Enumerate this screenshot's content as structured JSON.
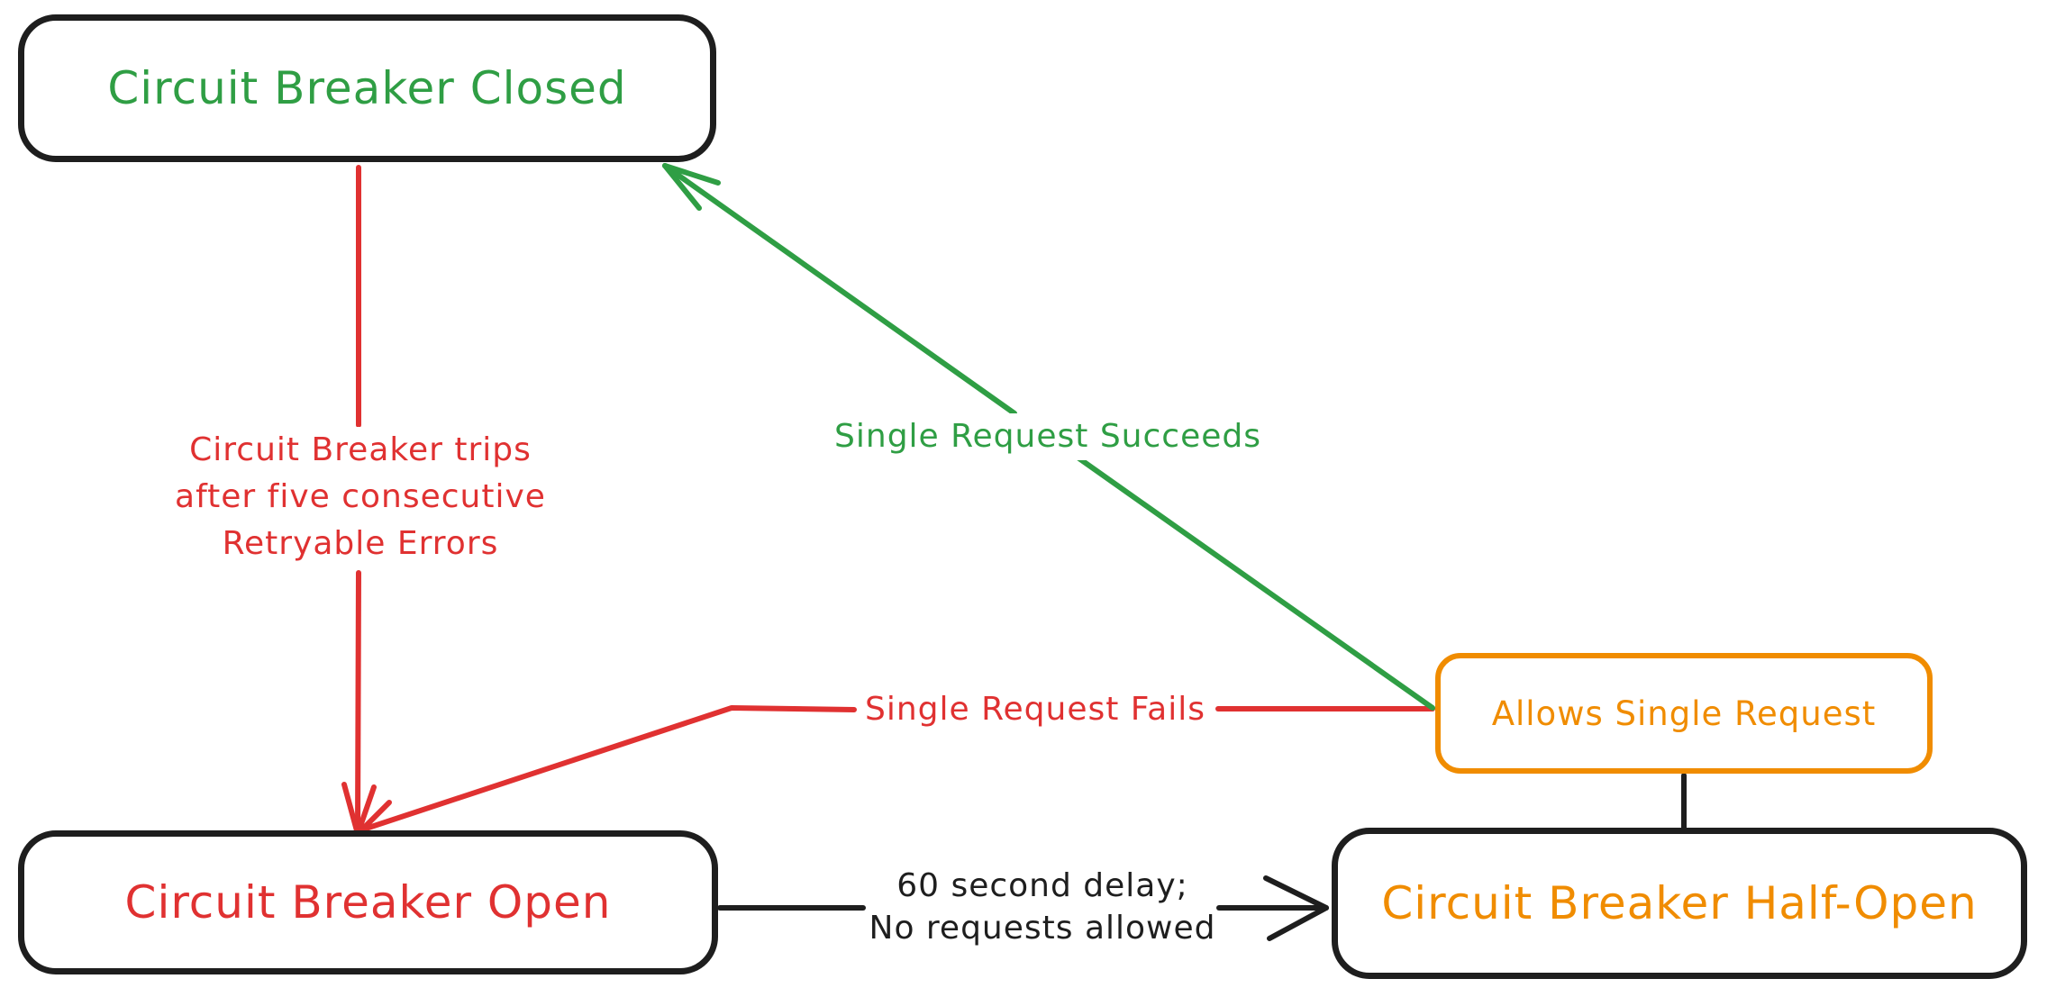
{
  "colors": {
    "green": "#2f9e44",
    "red": "#e03131",
    "orange": "#f08c00",
    "ink": "#1e1e1e",
    "background": "#ffffff"
  },
  "states": {
    "closed": {
      "label": "Circuit Breaker Closed"
    },
    "open": {
      "label": "Circuit Breaker Open"
    },
    "half_open": {
      "label": "Circuit Breaker Half-Open"
    },
    "allows_single_request": {
      "label": "Allows Single Request"
    }
  },
  "transitions": {
    "closed_to_open": {
      "label_lines": [
        "Circuit Breaker trips",
        "after five consecutive",
        "Retryable Errors"
      ]
    },
    "half_open_to_closed": {
      "label": "Single Request Succeeds"
    },
    "half_open_to_open": {
      "label": "Single Request Fails"
    },
    "open_to_half_open": {
      "label_lines": [
        "60 second delay;",
        "No requests allowed"
      ]
    }
  }
}
